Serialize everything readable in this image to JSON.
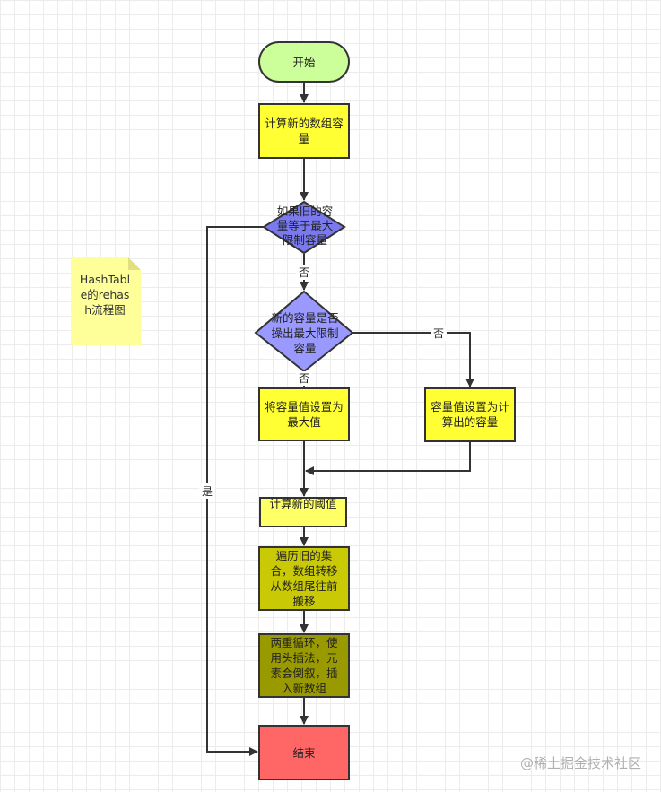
{
  "flowchart": {
    "start": "开始",
    "calc_capacity": "计算新的数组容量",
    "decision_old_max": "如果旧的容量等于最大限制容量",
    "decision_exceed_max": "新的容量是否操出最大限制容量",
    "set_max": "将容量值设置为最大值",
    "set_computed": "容量值设置为计算出的容量",
    "calc_threshold": "计算新的阈值",
    "traverse": "遍历旧的集合，数组转移从数组尾往前搬移",
    "double_loop": "两重循环，使用头插法，元素会倒叙，插入新数组",
    "end": "结束"
  },
  "edge_labels": {
    "yes": "是",
    "no_1": "否",
    "no_2": "否",
    "no_3": "否"
  },
  "note": "HashTable的rehash流程图",
  "colors": {
    "start": "#ccff99",
    "yellow": "#ffff33",
    "diamond": "#9999ff",
    "olive_1": "#c9c905",
    "olive_2": "#999900",
    "end": "#ff6666",
    "note": "#ffff99",
    "stroke": "#333333"
  },
  "watermark": "@稀土掘金技术社区"
}
